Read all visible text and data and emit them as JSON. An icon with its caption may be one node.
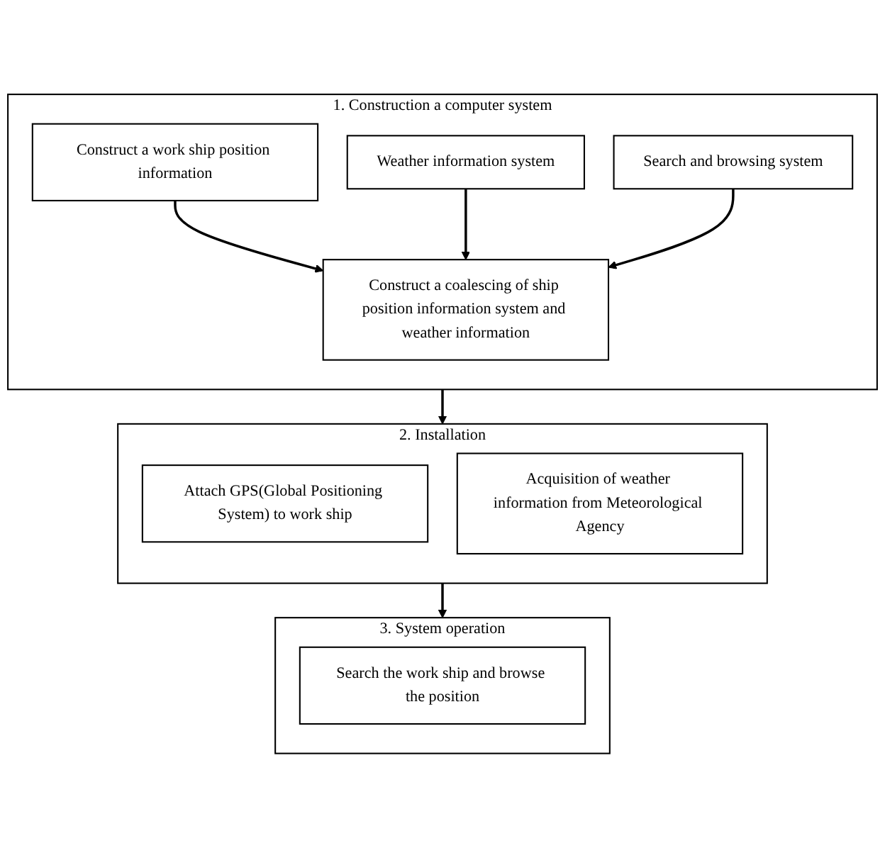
{
  "diagram": {
    "nodes": [
      {
        "text": [
          "1. Construction a computer system"
        ]
      },
      {
        "text": [
          "Construct a work ship position information"
        ],
        "in": 0
      },
      {
        "text": [
          "Weather information system"
        ],
        "in": 0
      },
      {
        "text": [
          "Construct a coalescing of ship position information system and weather information"
        ],
        "in": 0
      },
      {
        "text": [
          "Search and browsing system"
        ],
        "in": 0
      },
      {
        "text": [
          "2. Installation"
        ]
      },
      {
        "text": [
          "Attach GPS(Global Positioning System) to work ship"
        ],
        "in": 5
      },
      {
        "text": [
          "Acquisition of weather information from Meteorological Agency"
        ],
        "in": 5
      },
      {
        "text": [
          "3. System operation"
        ]
      },
      {
        "text": [
          "Search the work ship and browse the position"
        ],
        "in": 8
      }
    ],
    "edges": [
      {
        "from": 1,
        "to": 3,
        "arrow": "to"
      },
      {
        "from": 2,
        "to": 3,
        "arrow": "to"
      },
      {
        "from": 4,
        "to": 3,
        "arrow": "to"
      },
      {
        "from": 0,
        "to": 5,
        "arrow": "to"
      },
      {
        "from": 5,
        "to": 8,
        "arrow": "to"
      }
    ]
  }
}
